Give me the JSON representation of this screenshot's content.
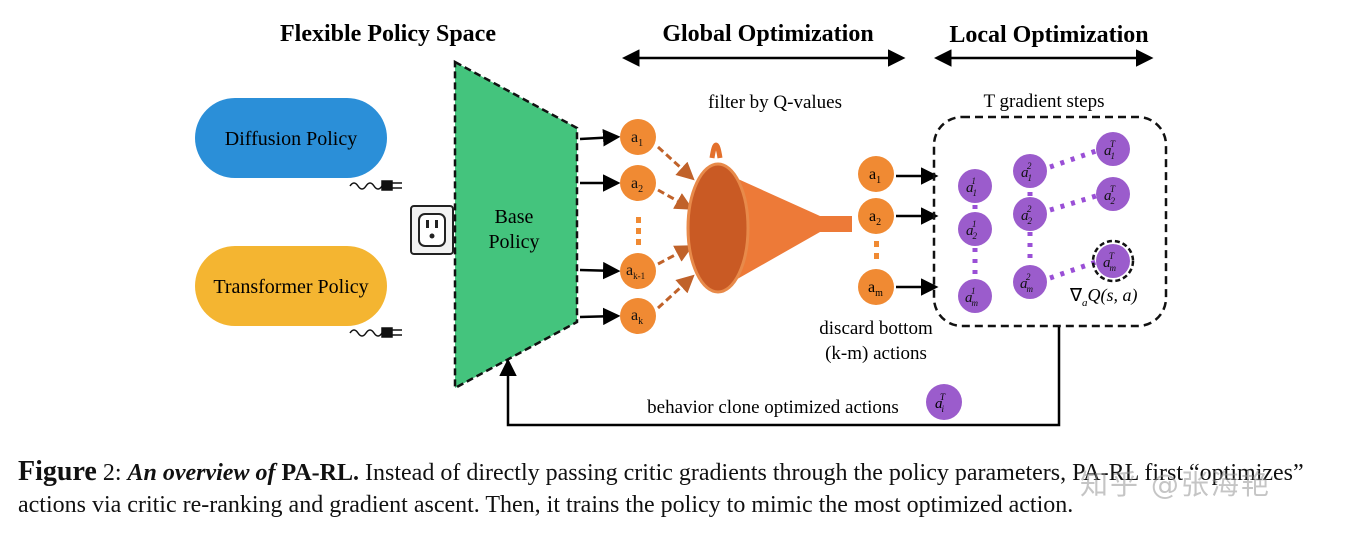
{
  "headers": {
    "flexible": "Flexible Policy Space",
    "global": "Global Optimization",
    "local": "Local Optimization"
  },
  "policies": {
    "diffusion": "Diffusion Policy",
    "transformer": "Transformer Policy",
    "base_line1": "Base",
    "base_line2": "Policy"
  },
  "actions_in": [
    "a",
    "a",
    "a",
    "a"
  ],
  "actions_in_sub": [
    "1",
    "2",
    "k-1",
    "k"
  ],
  "actions_out": [
    "a",
    "a",
    "a"
  ],
  "actions_out_sub": [
    "1",
    "2",
    "m"
  ],
  "labels": {
    "filter": "filter by Q-values",
    "discard1": "discard bottom",
    "discard2": "(k-m) actions",
    "gradient": "T gradient steps",
    "grad_q": "∇",
    "grad_q_sub": "a",
    "grad_q_rest": "Q(s,  a)",
    "behavior": "behavior clone optimized actions"
  },
  "caption": {
    "figure": "Figure",
    "number": " 2:",
    "title_italic": "An overview of",
    "title_bold": "PA-RL.",
    "text": " Instead of directly passing critic gradients through the policy parameters, PA-RL first “optimizes” actions via critic re-ranking and gradient ascent. Then, it trains the policy to mimic the most optimized action."
  },
  "watermark": "知乎 @张海艳",
  "colors": {
    "diffusion": "#2b8fd8",
    "transformer": "#f4b531",
    "base": "#44c47d",
    "action": "#f08a33",
    "funnel": "#e3702c",
    "purple": "#9b5ccc",
    "dots_purple": "#9a4fd6"
  }
}
